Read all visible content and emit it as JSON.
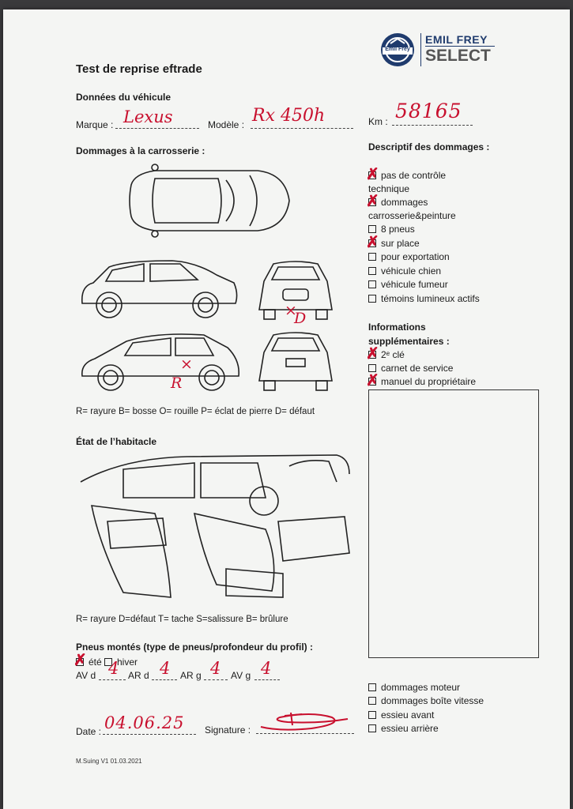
{
  "form": {
    "title": "Test de reprise eftrade",
    "brand_line1": "EMIL FREY",
    "brand_line2": "SELECT",
    "logo_text": "Emil Frey",
    "vehicle_section": "Données du véhicule",
    "marque_label": "Marque :",
    "marque_value": "Lexus",
    "modele_label": "Modèle :",
    "modele_value": "Rx 450h",
    "km_label": "Km :",
    "km_value": "58165",
    "bodywork_heading": "Dommages à la carrosserie :",
    "bodywork_legend": "R= rayure B= bosse O= rouille P= éclat de pierre D= défaut",
    "body_marks": [
      "D",
      "R"
    ],
    "interior_heading": "État de l’habitacle",
    "interior_legend": "R= rayure D=défaut T= tache S=salissure B= brûlure",
    "tires_heading": "Pneus montés (type de pneus/profondeur du profil) :",
    "tire_summer": "été",
    "tire_winter": "hiver",
    "tire_summer_checked": true,
    "tire_winter_checked": false,
    "tire_depths": [
      {
        "label": "AV d",
        "value": "4"
      },
      {
        "label": "AR d",
        "value": "4"
      },
      {
        "label": "AR g",
        "value": "4"
      },
      {
        "label": "AV g",
        "value": "4"
      }
    ],
    "date_label": "Date :",
    "date_value": "04.06.25",
    "signature_label": "Signature :",
    "footer": "M.Suing V1 01.03.2021"
  },
  "damages": {
    "heading": "Descriptif des dommages :",
    "items": [
      {
        "label": "pas de contrôle technique",
        "checked": true
      },
      {
        "label": "dommages carrosserie&peinture",
        "checked": true
      },
      {
        "label": "8 pneus",
        "checked": false
      },
      {
        "label": "sur place",
        "checked": true
      },
      {
        "label": "pour exportation",
        "checked": false
      },
      {
        "label": "véhicule chien",
        "checked": false
      },
      {
        "label": "véhicule fumeur",
        "checked": false
      },
      {
        "label": "témoins lumineux actifs",
        "checked": false
      }
    ]
  },
  "info": {
    "heading": "Informations supplémentaires :",
    "items": [
      {
        "label": "2ᵉ clé",
        "checked": true
      },
      {
        "label": "carnet de service",
        "checked": false
      },
      {
        "label": "manuel du propriétaire",
        "checked": true
      }
    ]
  },
  "mechanical": {
    "items": [
      {
        "label": "dommages moteur",
        "checked": false
      },
      {
        "label": "dommages boîte vitesse",
        "checked": false
      },
      {
        "label": "essieu avant",
        "checked": false
      },
      {
        "label": "essieu arrière",
        "checked": false
      }
    ]
  },
  "colors": {
    "ink": "#c8102e",
    "brand": "#1f3b6d"
  }
}
